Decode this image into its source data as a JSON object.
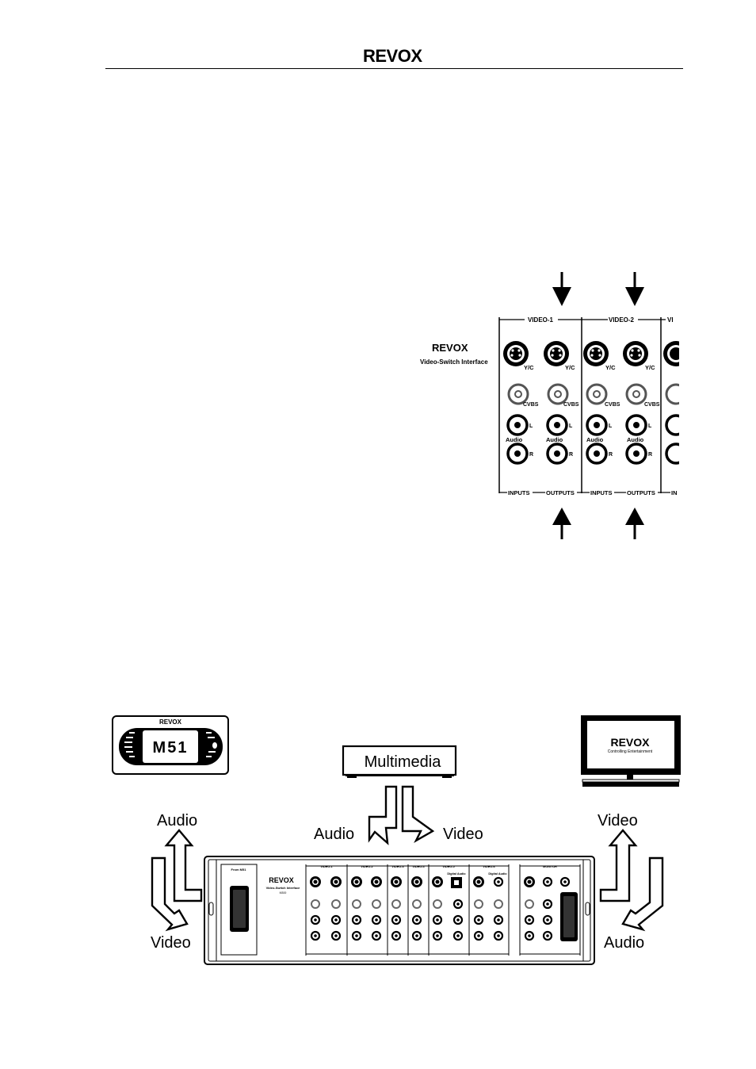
{
  "header": {
    "logo": "REVOX"
  },
  "panel_detail": {
    "brand": "REVOX",
    "device_name": "Video-Switch Interface",
    "groups": [
      {
        "title": "VIDEO-1",
        "bottom_left": "INPUTS",
        "bottom_right": "OUTPUTS"
      },
      {
        "title": "VIDEO-2",
        "bottom_left": "INPUTS",
        "bottom_right": "OUTPUTS"
      },
      {
        "title": "VI",
        "bottom_left": "IN",
        "bottom_right": ""
      }
    ],
    "connector_labels": {
      "yc": "Y/C",
      "cvbs": "CVBS",
      "left": "L",
      "right": "R",
      "audio": "Audio"
    }
  },
  "system": {
    "remote": {
      "brand": "REVOX",
      "model": "M51"
    },
    "tv": {
      "brand": "REVOX",
      "tagline": "Controlling Entertainment"
    },
    "multimedia": {
      "label": "Multimedia",
      "left_arrow": "Audio",
      "right_arrow": "Video"
    },
    "left_side": {
      "up_label": "Audio",
      "down_label": "Video"
    },
    "right_side": {
      "up_label": "Video",
      "down_label": "Audio"
    },
    "rack": {
      "brand": "REVOX",
      "device_name": "Video-Switch Interface",
      "model_line": "M300",
      "from_label": "From M51",
      "sections": [
        "VIDEO-1",
        "VIDEO-2",
        "VIDEO-3",
        "VIDEO-4",
        "VIDEO-5",
        "VIDEO-6",
        "MONITOR"
      ],
      "digital_audio": "Digital Audio"
    }
  }
}
